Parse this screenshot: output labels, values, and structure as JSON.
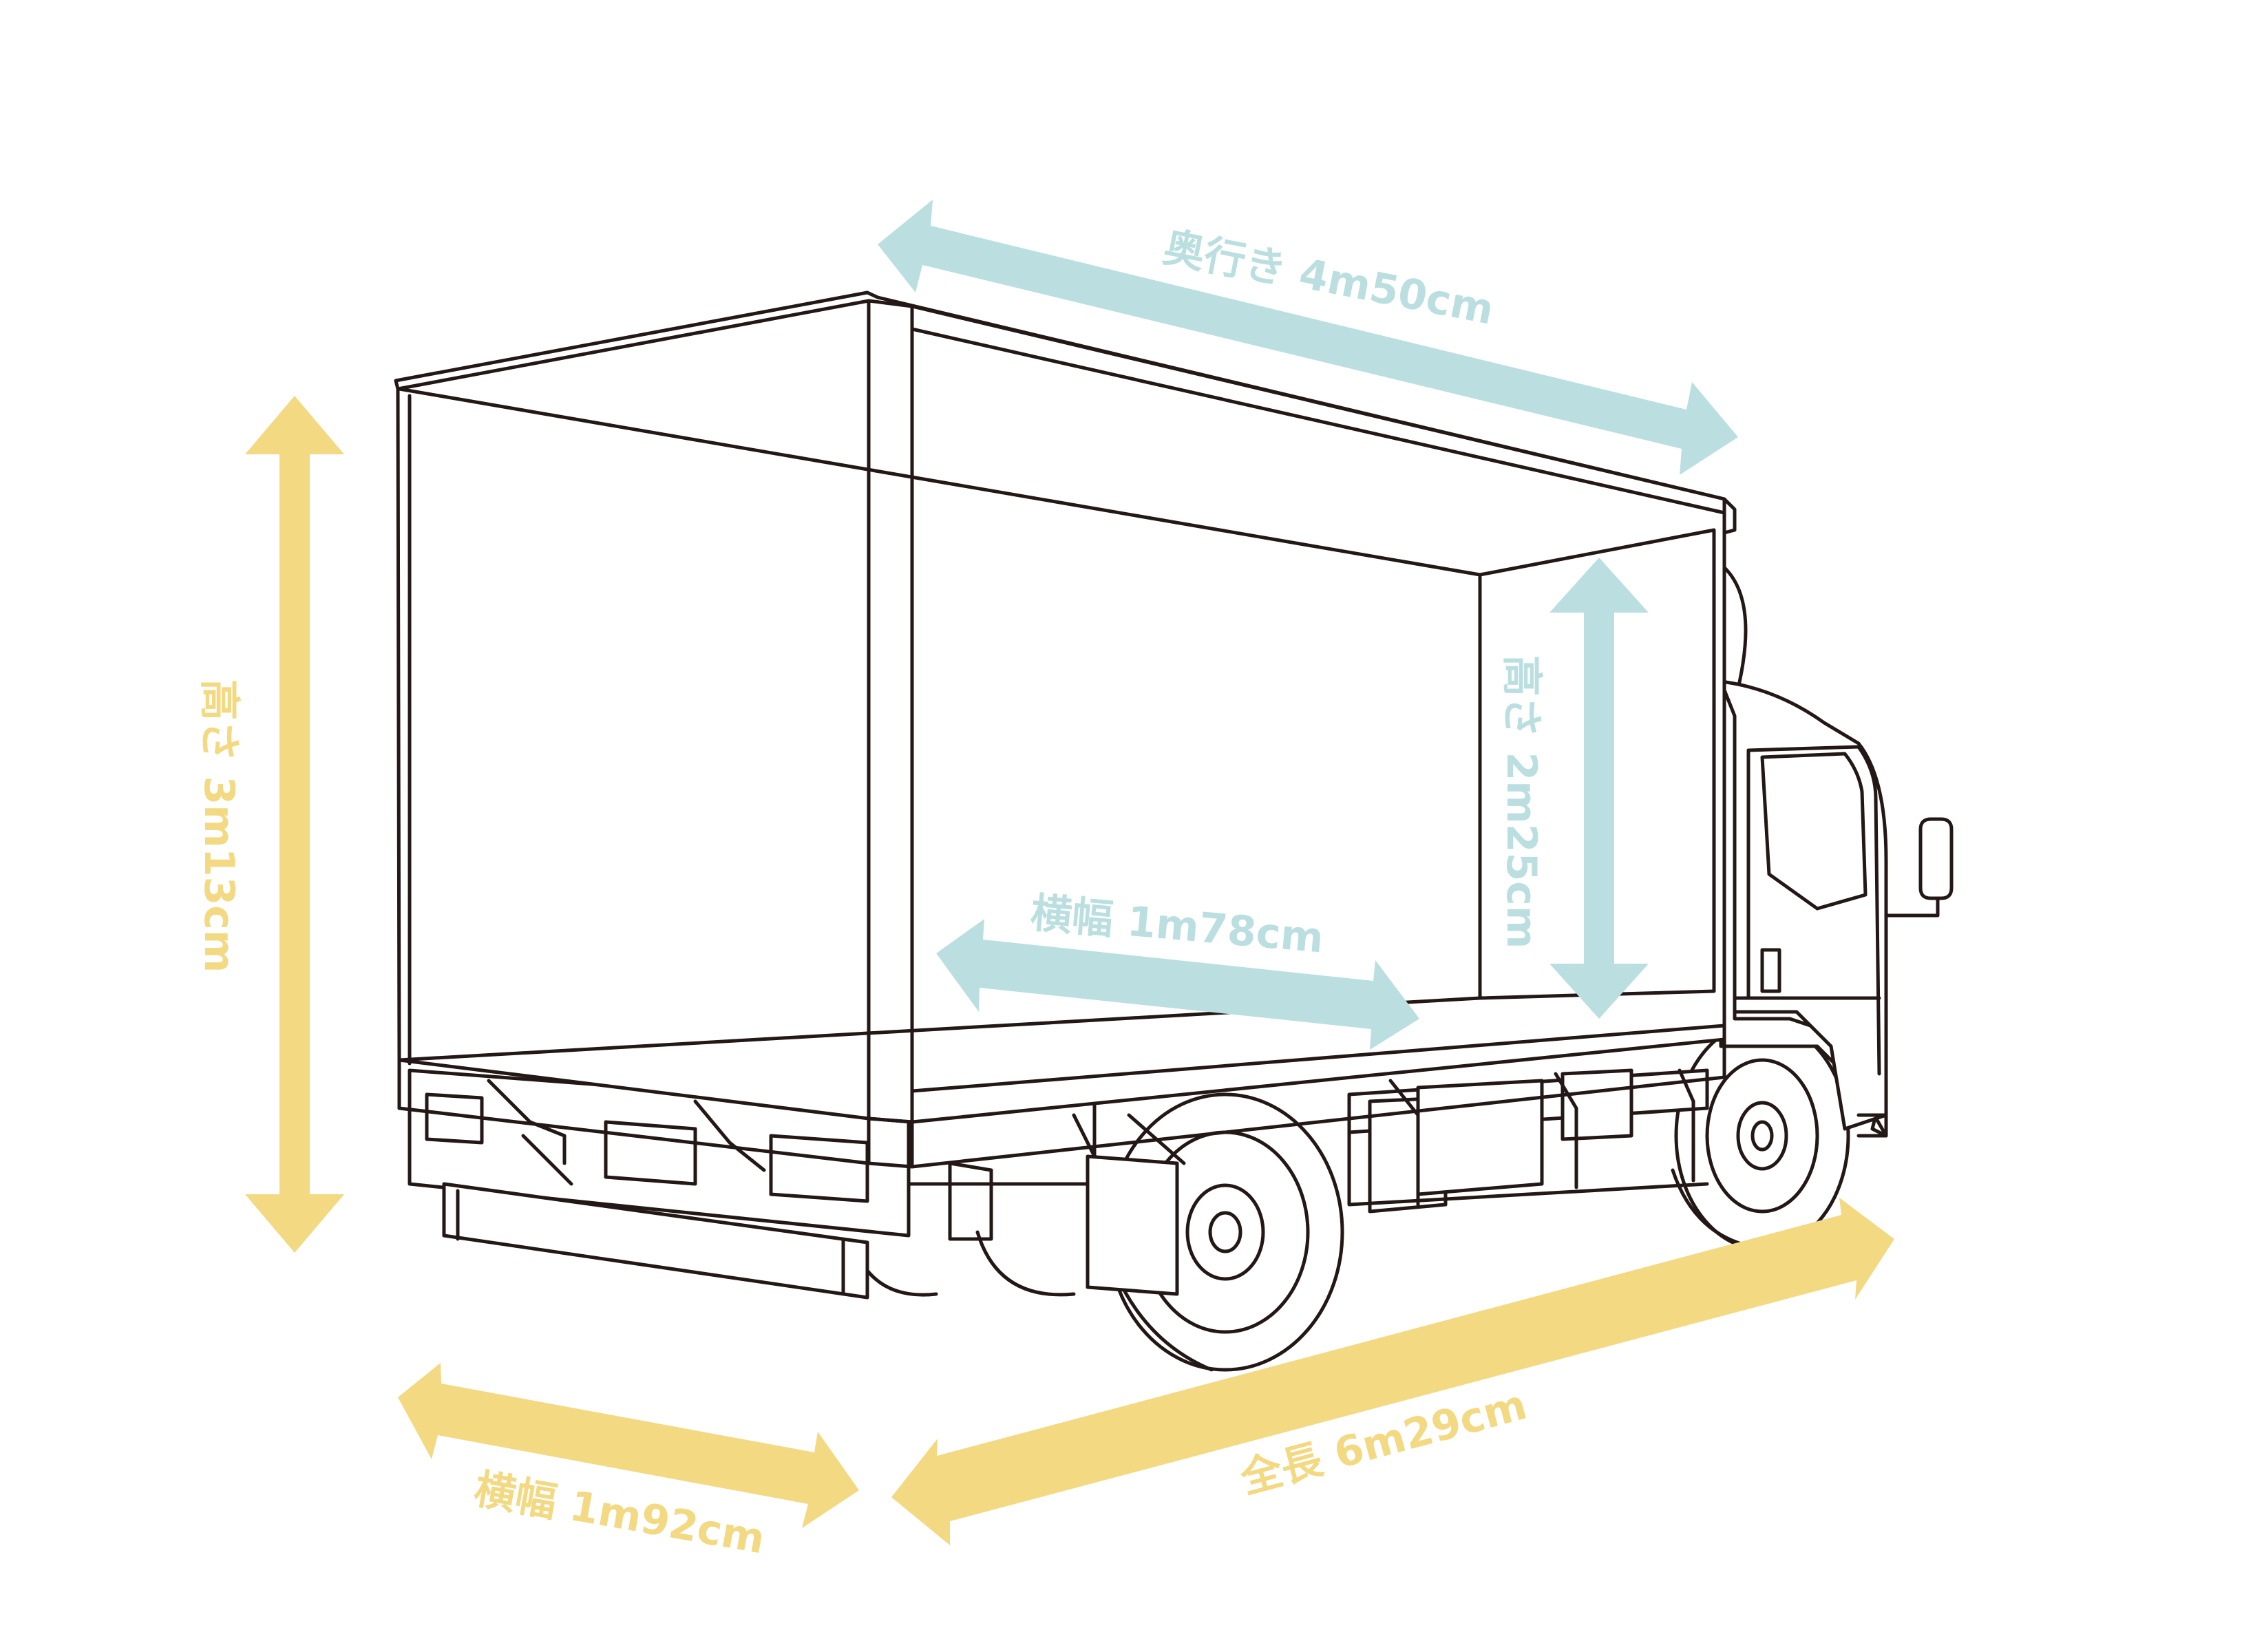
{
  "colors": {
    "exterior": "#F3D982",
    "interior": "#BBDFE0",
    "outline": "#231815"
  },
  "exterior": {
    "height": {
      "label": "高さ 3m13cm",
      "value_cm": 313
    },
    "width": {
      "label": "横幅 1m92cm",
      "value_cm": 192
    },
    "length": {
      "label": "全長 6m29cm",
      "value_cm": 629
    }
  },
  "interior": {
    "depth": {
      "label": "奥行き 4m50cm",
      "value_cm": 450
    },
    "height": {
      "label": "高さ 2m25cm",
      "value_cm": 225
    },
    "width": {
      "label": "横幅 1m78cm",
      "value_cm": 178
    }
  }
}
